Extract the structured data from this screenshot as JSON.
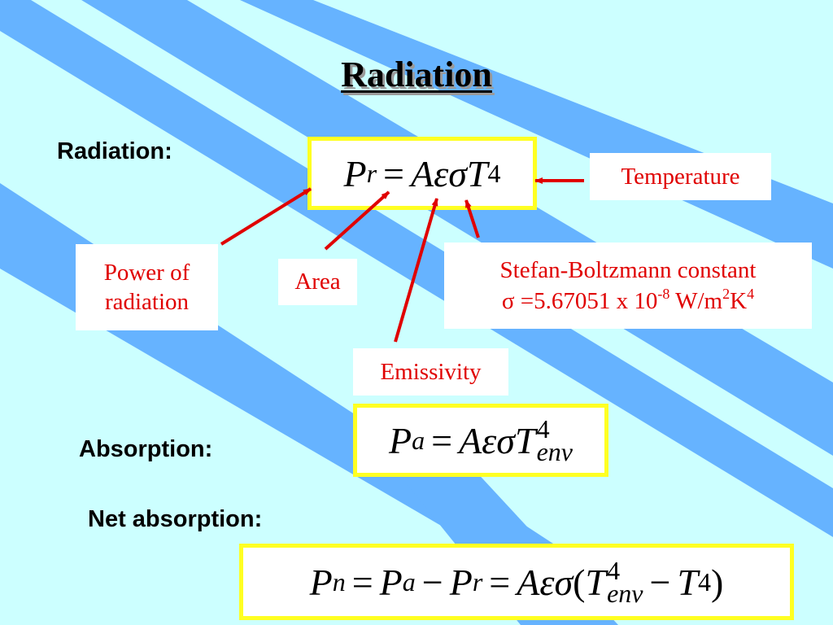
{
  "title": "Radiation",
  "labels": {
    "radiation": "Radiation:",
    "absorption": "Absorption:",
    "net_absorption": "Net absorption:"
  },
  "equations": {
    "radiation": {
      "lhs": "P",
      "lhs_sub": "r",
      "eq": "=",
      "rhs": "Aεσ",
      "var": "T",
      "power": "4"
    },
    "absorption": {
      "lhs": "P",
      "lhs_sub": "a",
      "eq": "=",
      "rhs": "Aεσ",
      "var": "T",
      "power": "4",
      "var_sub": "env"
    },
    "net": {
      "p1": "P",
      "p1_sub": "n",
      "eq1": "=",
      "p2": "P",
      "p2_sub": "a",
      "minus1": "−",
      "p3": "P",
      "p3_sub": "r",
      "eq2": "=",
      "coef": "Aεσ",
      "lparen": "(",
      "t1": "T",
      "t1_pow": "4",
      "t1_sub": "env",
      "minus2": "−",
      "t2": "T",
      "t2_pow": "4",
      "rparen": ")"
    }
  },
  "callouts": {
    "power_line1": "Power of",
    "power_line2": "radiation",
    "area": "Area",
    "emissivity": "Emissivity",
    "temperature": "Temperature",
    "sb_line1": "Stefan-Boltzmann constant",
    "sb_line2_prefix": "σ =5.67051 x 10",
    "sb_exp": "-8",
    "sb_unit_w": " W/m",
    "sb_exp2": "2",
    "sb_unit_k": "K",
    "sb_exp3": "4"
  },
  "colors": {
    "background": "#ccffff",
    "stripe": "#66b3ff",
    "box_border": "#ffff22",
    "callout_text": "#e00000",
    "arrow": "#e00000"
  }
}
